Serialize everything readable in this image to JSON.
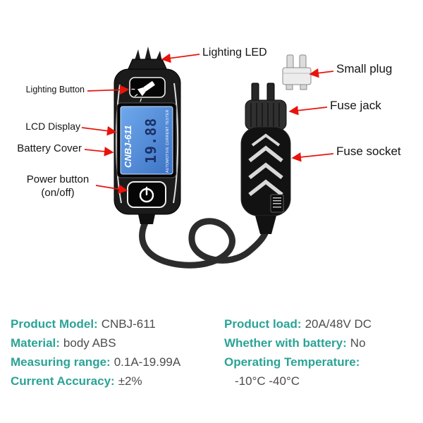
{
  "illustration": {
    "device": {
      "brand_text": "CNBJ-611",
      "display_value": "19.88",
      "display_caption": "AUTOMOTIVE CURRENT TESTER"
    },
    "callouts": {
      "lighting_led": "Lighting LED",
      "small_plug": "Small plug",
      "fuse_jack": "Fuse jack",
      "fuse_socket": "Fuse socket",
      "lighting_button": "Lighting Button",
      "lcd_display": "LCD Display",
      "battery_cover": "Battery Cover",
      "power_button_line1": "Power button",
      "power_button_line2": "(on/off)"
    }
  },
  "specs": {
    "left": [
      {
        "key": "Product Model:",
        "value": "CNBJ-611"
      },
      {
        "key": "Material:",
        "value": "body ABS"
      },
      {
        "key": "Measuring range:",
        "value": "0.1A-19.99A"
      },
      {
        "key": "Current Accuracy:",
        "value": "±2%"
      }
    ],
    "right": [
      {
        "key": "Product load:",
        "value": "20A/48V DC"
      },
      {
        "key": "Whether with battery:",
        "value": "No"
      },
      {
        "key": "Operating Temperature:",
        "value": ""
      },
      {
        "key": "",
        "value": "-10°C -40°C"
      }
    ]
  },
  "colors": {
    "accent_teal": "#2aa396",
    "value_gray": "#4d4d4d",
    "arrow_red": "#e8140c",
    "lcd_blue": "#4c86d8",
    "device_black": "#1b1b1b"
  }
}
